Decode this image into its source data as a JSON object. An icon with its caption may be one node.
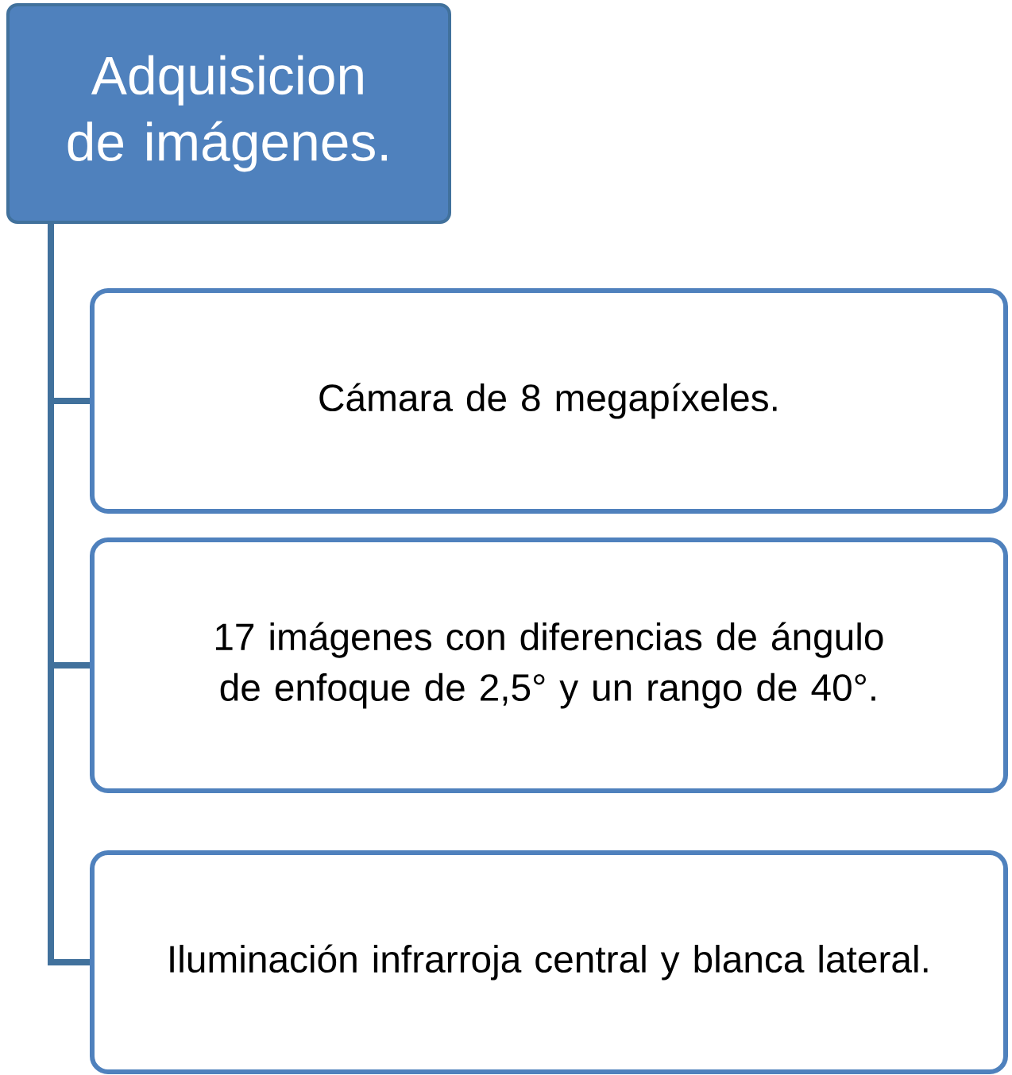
{
  "diagram": {
    "nodes": [
      {
        "text": [
          "Adquisicion de imágenes."
        ]
      },
      {
        "text": [
          "Cámara de 8 megapíxeles."
        ]
      },
      {
        "text": [
          "17 imágenes con diferencias de ángulo de enfoque de 2,5° y un rango de 40°."
        ]
      },
      {
        "text": [
          "Iluminación infrarroja central y blanca lateral."
        ]
      }
    ],
    "edges": [
      {
        "from": 0,
        "to": 1,
        "arrow": "none"
      },
      {
        "from": 0,
        "to": 2,
        "arrow": "none"
      },
      {
        "from": 0,
        "to": 3,
        "arrow": "none"
      }
    ]
  }
}
